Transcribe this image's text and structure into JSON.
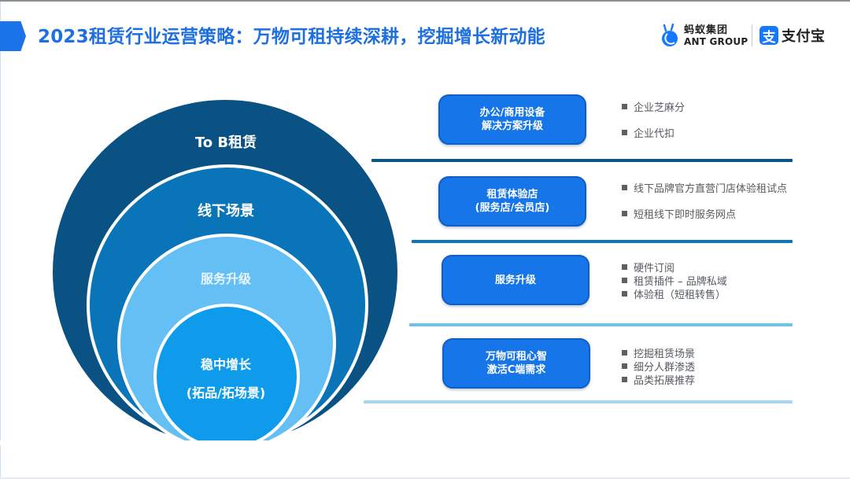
{
  "header": {
    "title": "2023租赁行业运营策略：万物可租持续深耕，挖掘增长新动能",
    "accent_color": "#1e6fe0"
  },
  "logos": {
    "ant_group_cn": "蚂蚁集团",
    "ant_group_en": "ANT GROUP",
    "alipay_mark": "支",
    "alipay_name": "支付宝"
  },
  "circles": {
    "rings": [
      {
        "label": "To B租赁",
        "color": "#0a5184"
      },
      {
        "label": "线下场景",
        "color": "#0a74b8"
      },
      {
        "label": "服务升级",
        "color": "#64c0f4"
      },
      {
        "label": "稳中增长",
        "sublabel": "(拓品/拓场景)",
        "color": "#0e9bec"
      }
    ]
  },
  "strategies": [
    {
      "title_line1": "办公/商用设备",
      "title_line2": "解决方案升级",
      "bullets": [
        "企业芝麻分",
        "企业代扣"
      ],
      "divider_color": "#0b5682"
    },
    {
      "title_line1": "租赁体验店",
      "title_line2": "(服务店/会员店)",
      "bullets": [
        "线下品牌官方直营门店体验租试点",
        "短租线下即时服务网点"
      ],
      "divider_color": "#0a77b7"
    },
    {
      "title_line1": "服务升级",
      "title_line2": "",
      "bullets": [
        "硬件订阅",
        "租赁插件 – 品牌私域",
        "体验租（短租转售）"
      ],
      "divider_color": "#6cc3f0"
    },
    {
      "title_line1": "万物可租心智",
      "title_line2": "激活C端需求",
      "bullets": [
        "挖掘租赁场景",
        "细分人群渗透",
        "品类拓展推荐"
      ],
      "divider_color": "#a3d6f1"
    }
  ]
}
